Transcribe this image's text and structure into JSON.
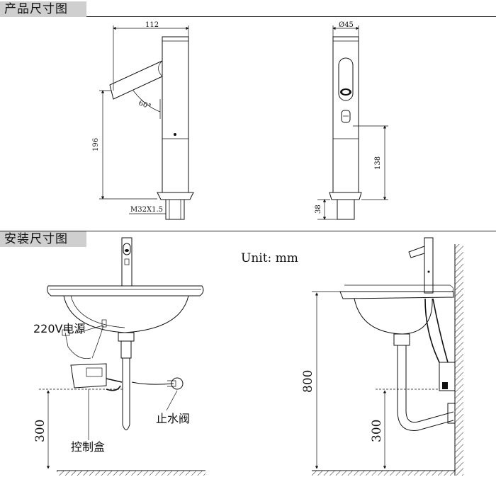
{
  "sections": {
    "product_dimensions_title": "产品尺寸图",
    "installation_dimensions_title": "安装尺寸图"
  },
  "side_view": {
    "width_dim": "112",
    "angle": "60°",
    "height_dim": "196",
    "thread": "M32X1.5"
  },
  "front_view": {
    "diameter": "Ø45",
    "height_dim": "138",
    "base_dim": "38"
  },
  "install": {
    "unit": "Unit: mm",
    "power_label": "220V电源",
    "valve_label": "止水阀",
    "control_box_label": "控制盒",
    "left_floor_height": "300",
    "right_counter_height": "800",
    "right_floor_height": "300"
  }
}
